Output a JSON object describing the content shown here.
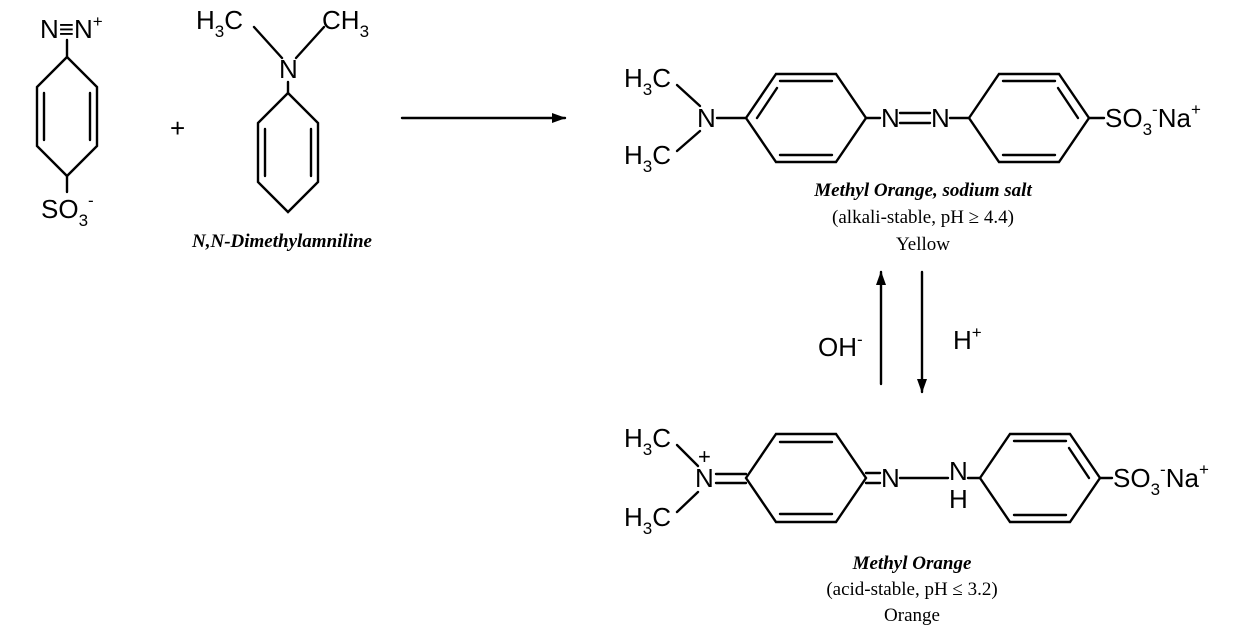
{
  "reactants": {
    "diazonium": {
      "top_group": {
        "n1": "N",
        "triple": "≡",
        "n2": "N",
        "charge": "+"
      },
      "bottom_group": {
        "s": "SO",
        "sub": "3",
        "charge": "-"
      }
    },
    "plus_sign": "+",
    "dimethylaniline": {
      "left_methyl": {
        "h": "H",
        "sub": "3",
        "c": "C"
      },
      "right_methyl": {
        "c": "CH",
        "sub": "3"
      },
      "n": "N",
      "caption": "N,N-Dimethylamniline"
    }
  },
  "product_sodium_salt": {
    "methyl_top": {
      "h": "H",
      "sub": "3",
      "c": "C"
    },
    "methyl_bottom": {
      "h": "H",
      "sub": "3",
      "c": "C"
    },
    "amine_n": "N",
    "azo_n1": "N",
    "azo_n2": "N",
    "sulfonate": {
      "s": "SO",
      "sub": "3",
      "minus": "-",
      "na": "Na",
      "plus": "+"
    },
    "caption_title": "Methyl Orange, sodium salt",
    "caption_condition": "(alkali-stable, pH ≥ 4.4)",
    "caption_color": "Yellow"
  },
  "equilibrium": {
    "left_label": {
      "oh": "OH",
      "charge": "-"
    },
    "right_label": {
      "h": "H",
      "charge": "+"
    }
  },
  "product_acid_form": {
    "methyl_top": {
      "h": "H",
      "sub": "3",
      "c": "C"
    },
    "methyl_bottom": {
      "h": "H",
      "sub": "3",
      "c": "C"
    },
    "iminium_n": "N",
    "iminium_charge": "+",
    "azo_n": "N",
    "hydrazo_n": "N",
    "hydrazo_h": "H",
    "sulfonate": {
      "s": "SO",
      "sub": "3",
      "minus": "-",
      "na": "Na",
      "plus": "+"
    },
    "caption_title": "Methyl Orange",
    "caption_condition": "(acid-stable, pH ≤ 3.2)",
    "caption_color": "Orange"
  }
}
